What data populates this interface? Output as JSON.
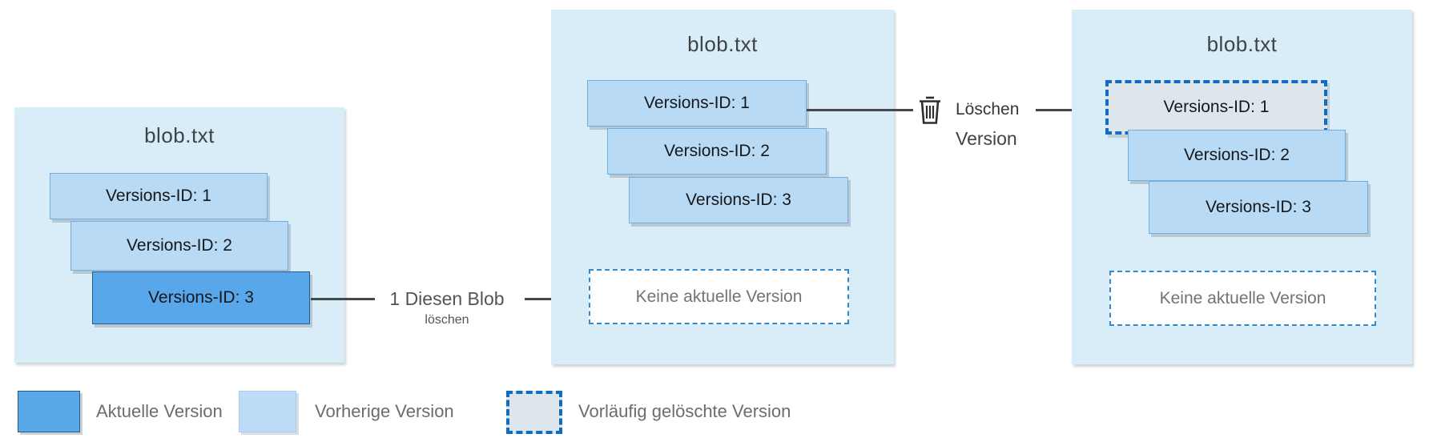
{
  "diagram": {
    "panels": [
      {
        "title": "blob.txt",
        "versions": [
          {
            "label": "Versions-ID: 1",
            "state": "previous"
          },
          {
            "label": "Versions-ID: 2",
            "state": "previous"
          },
          {
            "label": "Versions-ID: 3",
            "state": "current"
          }
        ]
      },
      {
        "title": "blob.txt",
        "versions": [
          {
            "label": "Versions-ID: 1",
            "state": "previous"
          },
          {
            "label": "Versions-ID: 2",
            "state": "previous"
          },
          {
            "label": "Versions-ID: 3",
            "state": "previous"
          }
        ],
        "no_current_version_label": "Keine aktuelle Version"
      },
      {
        "title": "blob.txt",
        "versions": [
          {
            "label": "Versions-ID: 1",
            "state": "soft-deleted"
          },
          {
            "label": "Versions-ID: 2",
            "state": "previous"
          },
          {
            "label": "Versions-ID: 3",
            "state": "previous"
          }
        ],
        "no_current_version_label": "Keine aktuelle Version"
      }
    ],
    "arrows": [
      {
        "label": "1 Diesen Blob",
        "sublabel": "löschen"
      },
      {
        "icon": "trash-icon",
        "label": "Löschen",
        "sublabel": "Version"
      }
    ],
    "legend": [
      {
        "label": "Aktuelle Version",
        "swatch": "current"
      },
      {
        "label": "Vorherige Version",
        "swatch": "previous"
      },
      {
        "label": "Vorläufig gelöschte Version",
        "swatch": "soft-deleted"
      }
    ],
    "colors": {
      "panel_bg": "#d9edf8",
      "previous_fill": "#b9daf5",
      "current_fill": "#58a7ea",
      "soft_deleted_fill": "#dde6ed",
      "soft_deleted_border_blue": "#0f6cbf",
      "soft_deleted_border_gray": "#b2b9bf",
      "no_current_border": "#2f8ad2",
      "arrow": "#46494c"
    }
  }
}
